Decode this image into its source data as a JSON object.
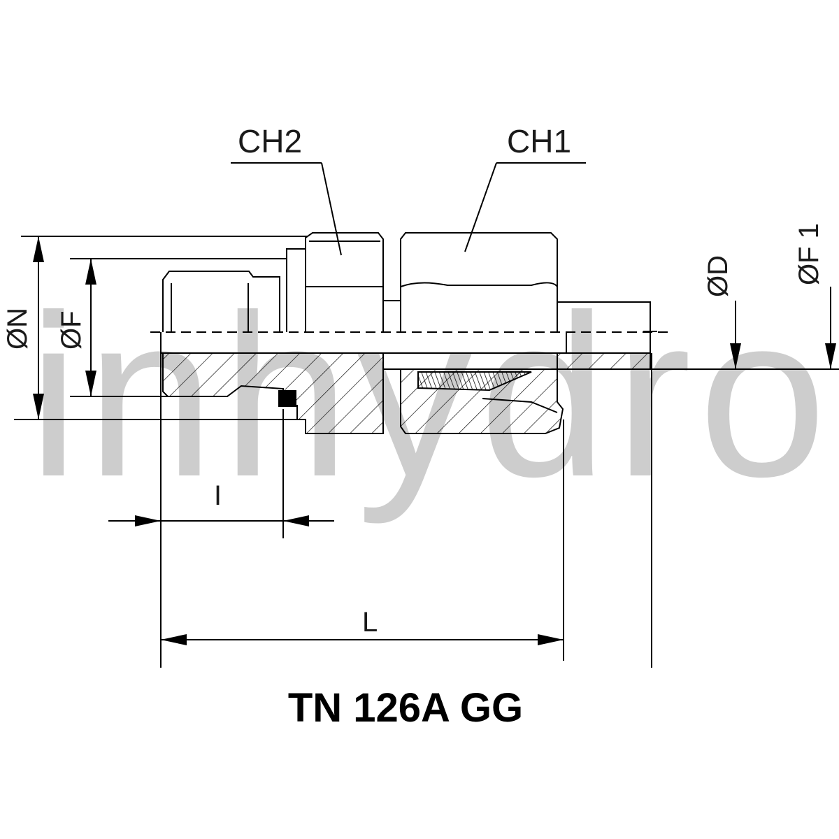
{
  "watermark": "inhydro",
  "labels": {
    "ch2": "CH2",
    "ch1": "CH1",
    "diam_n": "ØN",
    "diam_f": "ØF",
    "diam_d": "ØD",
    "diam_f1": "ØF 1",
    "dim_i": "I",
    "dim_l": "L"
  },
  "title": "TN 126A GG",
  "colors": {
    "line": "#000000",
    "watermark": "#bdbdbd",
    "background": "#ffffff"
  }
}
